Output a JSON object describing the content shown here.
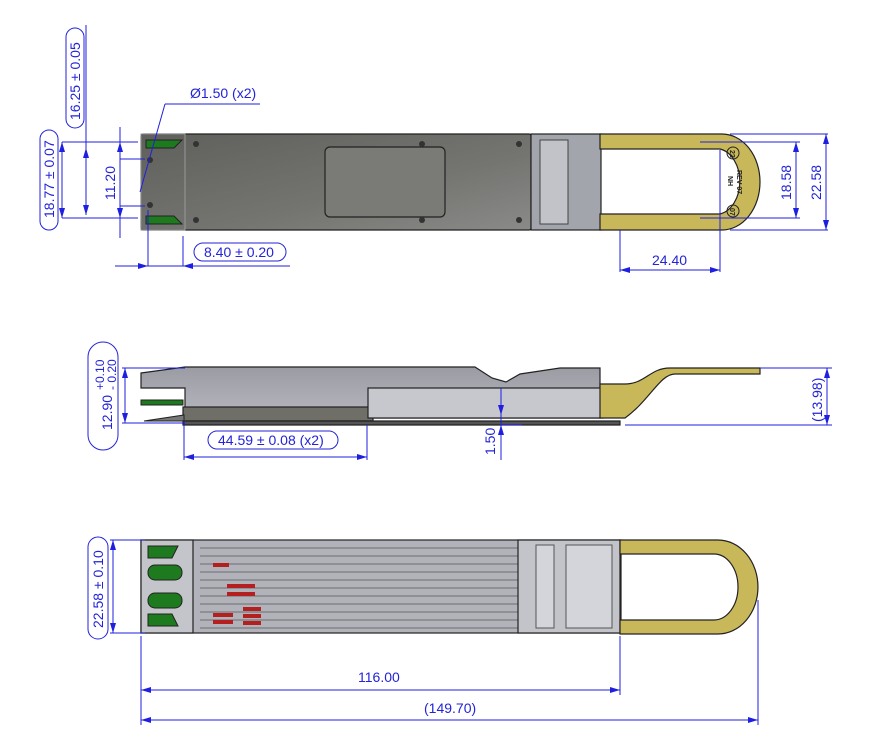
{
  "top_view": {
    "dim_length_tol": "16.25 ± 0.05",
    "dim_width_tol": "18.77 ± 0.07",
    "dim_pin_spacing": "11.20",
    "dim_hole": "Ø1.50 (x2)",
    "dim_offset": "8.40 ± 0.20",
    "dim_tab_length": "24.40",
    "dim_tab_inner": "18.58",
    "dim_tab_outer": "22.58",
    "tab_marks": {
      "top_circle": "22",
      "bottom_circle": "07",
      "rev": "REV 07",
      "code": "NH"
    }
  },
  "side_view": {
    "dim_height": "12.90",
    "dim_height_plus": "+0.10",
    "dim_height_minus": "- 0.20",
    "dim_span": "44.59 ± 0.08 (x2)",
    "dim_step": "1.50",
    "dim_tab_height": "(13.98)"
  },
  "bottom_view": {
    "dim_width": "22.58 ± 0.10",
    "dim_body_length": "116.00",
    "dim_total_length": "(149.70)"
  },
  "colors": {
    "dimension": "#2323d8",
    "body": "#6e6e6b",
    "tab": "#c9b85a",
    "pcb": "#1e7a1e"
  }
}
